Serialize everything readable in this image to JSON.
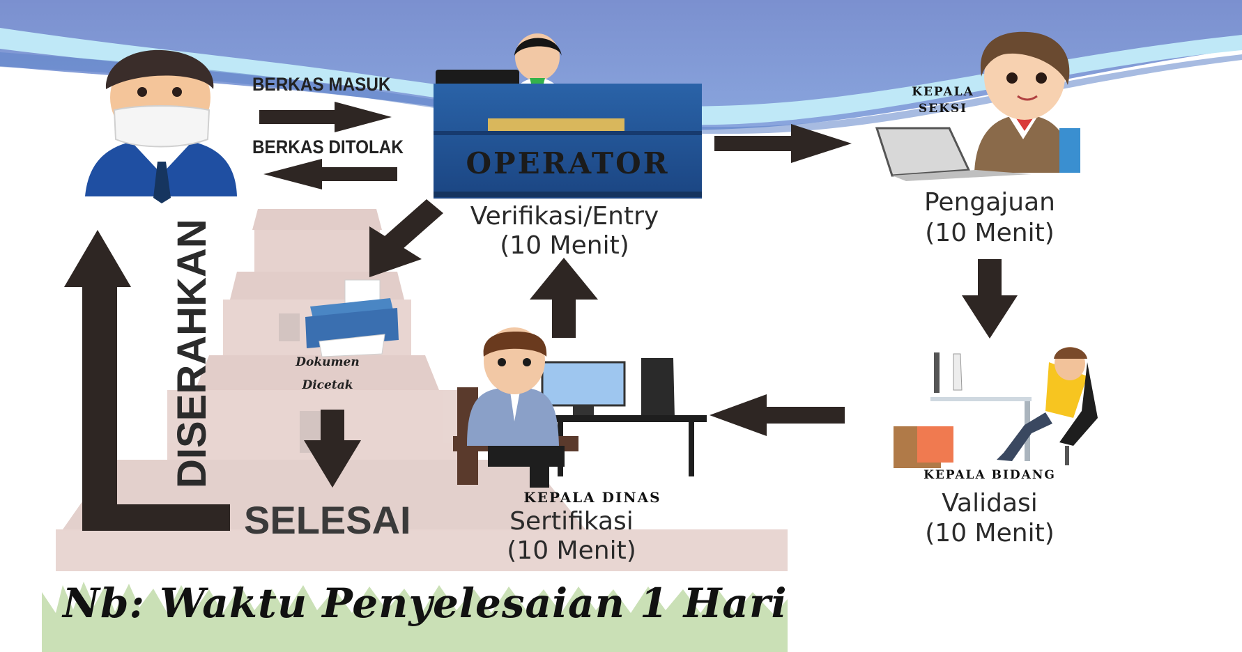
{
  "colors": {
    "sky": "#7a93d4",
    "sky_light": "#b9e6f5",
    "arrow": "#2e2623",
    "desk_blue": "#1e4d8c",
    "temple": "#b98a7e",
    "grass": "#9ec77a"
  },
  "nodes": {
    "applicant": {
      "icon": "masked-man-icon"
    },
    "operator": {
      "word": "OPERATOR",
      "title": "Verifikasi/Entry",
      "time": "(10 Menit)",
      "icon": "operator-desk-icon"
    },
    "kepala_seksi": {
      "role_line1": "KEPALA",
      "role_line2": "SEKSI",
      "title": "Pengajuan",
      "time": "(10 Menit)",
      "icon": "woman-laptop-icon"
    },
    "kepala_bidang": {
      "role": "KEPALA BIDANG",
      "title": "Validasi",
      "time": "(10 Menit)",
      "icon": "man-computer-icon"
    },
    "kepala_dinas": {
      "role": "KEPALA DINAS",
      "title": "Sertifikasi",
      "time": "(10 Menit)",
      "icon": "man-desk-icon"
    },
    "printer": {
      "label_line1": "Dokumen",
      "label_line2": "Dicetak",
      "icon": "printer-icon"
    }
  },
  "arrows": {
    "berkas_masuk": "BERKAS MASUK",
    "berkas_ditolak": "BERKAS DITOLAK",
    "diserahkan": "DISERAHKAN"
  },
  "finish": "SELESAI",
  "note": "Nb: Waktu Penyelesaian 1 Hari"
}
